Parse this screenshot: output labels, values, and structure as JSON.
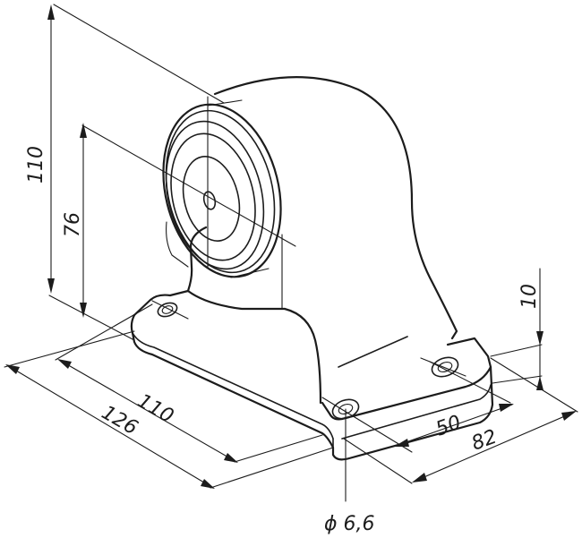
{
  "dimensions": {
    "overall_height": "110",
    "axis_height": "76",
    "base_thickness": "10",
    "base_length_inner": "110",
    "base_length_outer": "126",
    "hole_spacing": "50",
    "base_width": "82",
    "hole_diameter": "ϕ 6,6"
  }
}
